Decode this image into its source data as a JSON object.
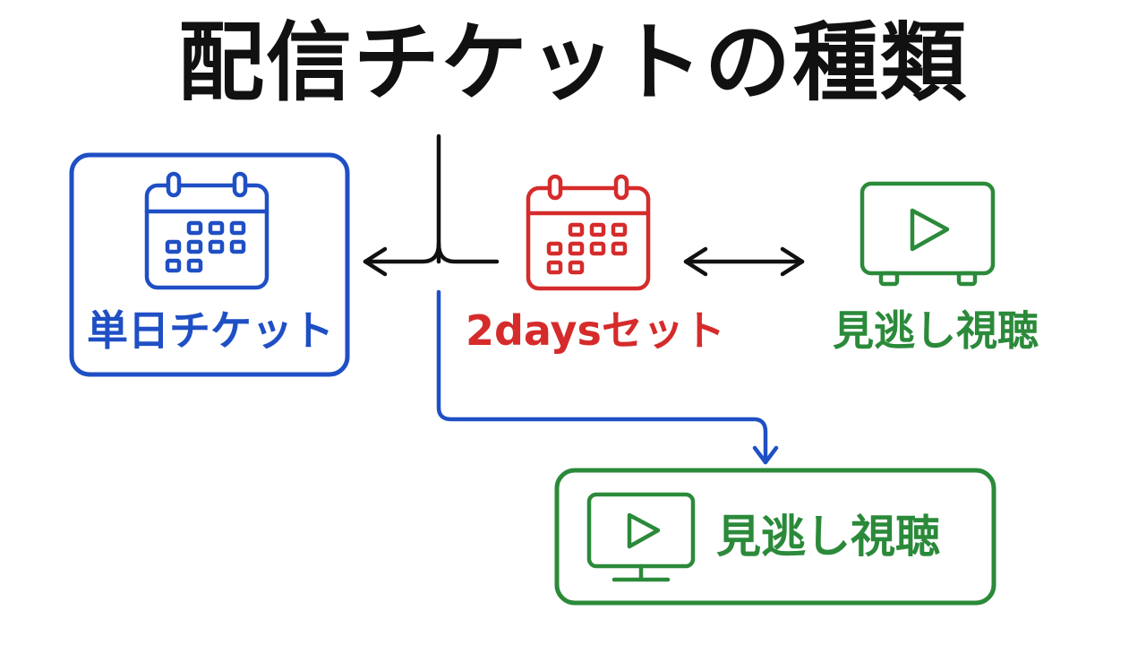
{
  "title": "配信チケットの種類",
  "colors": {
    "title": "#111111",
    "single": "#1f4fc4",
    "twodays": "#d62b2b",
    "missed": "#2b8a3a",
    "connector_dark": "#111111",
    "connector_blue": "#1f4fc4"
  },
  "nodes": {
    "single": {
      "label": "単日チケット",
      "icon": "calendar-icon"
    },
    "twodays": {
      "label": "2daysセット",
      "icon": "calendar-icon"
    },
    "missed_top": {
      "label": "見逃し視聴",
      "icon": "tv-play-icon"
    },
    "missed_bottom": {
      "label": "見逃し視聴",
      "icon": "monitor-play-icon"
    }
  }
}
